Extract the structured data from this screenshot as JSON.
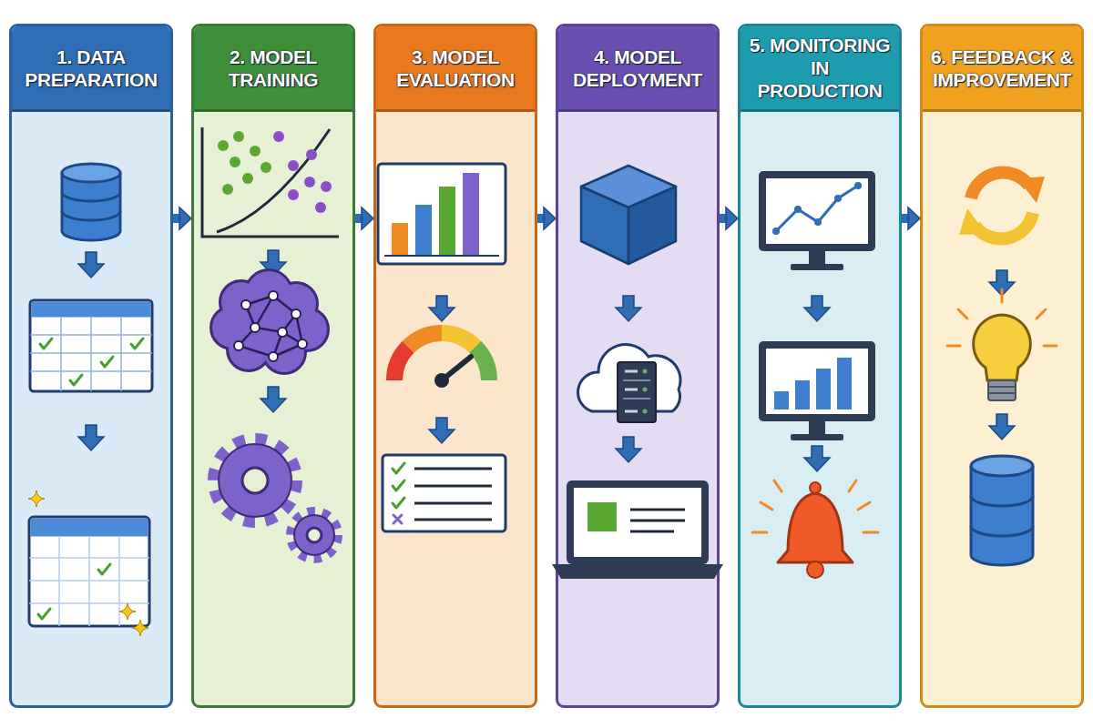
{
  "diagram": {
    "nodes": [
      {
        "text": [
          "1. DATA PREPARATION"
        ]
      },
      {
        "text": [
          "2. MODEL TRAINING"
        ]
      },
      {
        "text": [
          "3. MODEL EVALUATION"
        ]
      },
      {
        "text": [
          "4. MODEL DEPLOYMENT"
        ]
      },
      {
        "text": [
          "5. MONITORING IN PRODUCTION"
        ]
      },
      {
        "text": [
          "6. FEEDBACK & IMPROVEMENT"
        ]
      }
    ],
    "edges": [
      {
        "from": 0,
        "to": 1,
        "arrow": "to"
      },
      {
        "from": 1,
        "to": 2,
        "arrow": "to"
      },
      {
        "from": 2,
        "to": 3,
        "arrow": "to"
      },
      {
        "from": 3,
        "to": 4,
        "arrow": "to"
      },
      {
        "from": 4,
        "to": 5,
        "arrow": "to"
      }
    ]
  }
}
